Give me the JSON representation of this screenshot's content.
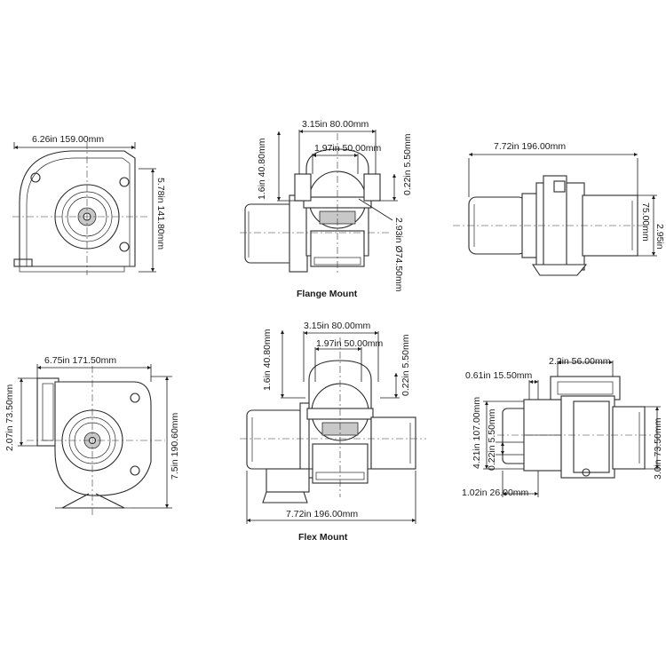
{
  "labels": {
    "top_left_width": "6.26in 159.00mm",
    "top_left_height": "5.78in 141.80mm",
    "flange_outer": "3.15in 80.00mm",
    "flange_inner": "1.97in 50.00mm",
    "flange_height": "1.6in 40.80mm",
    "flange_lip": "0.22in 5.50mm",
    "flange_diameter": "2.93in Ø74.50mm",
    "top_right_length": "7.72in 196.00mm",
    "top_right_height_in": "2.95in",
    "top_right_height_mm": "75.00mm",
    "flange_caption": "Flange Mount",
    "bottom_left_width": "6.75in 171.50mm",
    "bottom_left_outlet": "2.07in 73.50mm",
    "bottom_left_height": "7.5in 190.60mm",
    "flex_outer": "3.15in 80.00mm",
    "flex_inner": "1.97in 50.00mm",
    "flex_height": "1.6in 40.80mm",
    "flex_lip": "0.22in 5.50mm",
    "flex_length": "7.72in 196.00mm",
    "flex_caption": "Flex Mount",
    "br_top": "2.2in 56.00mm",
    "br_slot": "0.61in 15.50mm",
    "br_height": "4.21in 107.00mm",
    "br_lip": "0.22in 5.50mm",
    "br_base": "1.02in 26.00mm",
    "br_outlet": "3.0in 73.50mm"
  }
}
